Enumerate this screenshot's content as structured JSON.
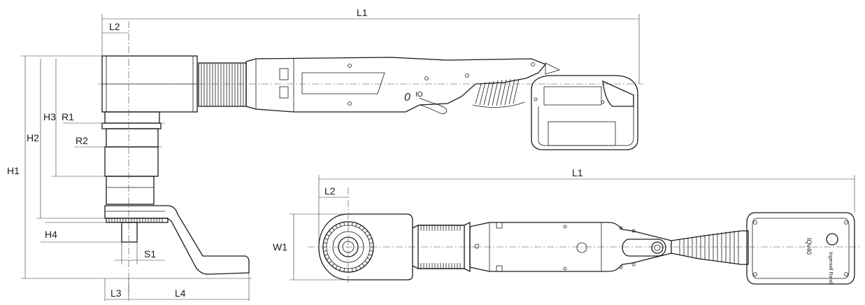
{
  "side_view": {
    "dimensions": {
      "L1": "L1",
      "L2": "L2",
      "H1": "H1",
      "H2": "H2",
      "H3": "H3",
      "R1": "R1",
      "R2": "R2",
      "H4": "H4",
      "S1": "S1",
      "L3": "L3",
      "L4": "L4"
    }
  },
  "top_view": {
    "dimensions": {
      "L1": "L1",
      "L2": "L2",
      "W1": "W1"
    },
    "battery_model_text": "IQv40",
    "brand_text": "Ingersoll Rand"
  }
}
